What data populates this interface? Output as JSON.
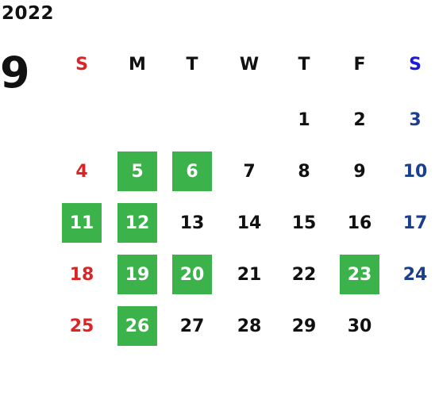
{
  "calendar": {
    "year": "2022",
    "month": "9",
    "weekdays": [
      "S",
      "M",
      "T",
      "W",
      "T",
      "F",
      "S"
    ],
    "colors": {
      "sunday": "#dc2424",
      "saturday": "#1b3f8f",
      "saturday_header": "#1a1ae0",
      "highlight": "#3cb24a",
      "text": "#111111"
    },
    "weeks": [
      [
        null,
        null,
        null,
        null,
        "1",
        "2",
        "3"
      ],
      [
        "4",
        "5",
        "6",
        "7",
        "8",
        "9",
        "10"
      ],
      [
        "11",
        "12",
        "13",
        "14",
        "15",
        "16",
        "17"
      ],
      [
        "18",
        "19",
        "20",
        "21",
        "22",
        "23",
        "24"
      ],
      [
        "25",
        "26",
        "27",
        "28",
        "29",
        "30",
        null
      ]
    ],
    "highlighted_days": [
      "5",
      "6",
      "11",
      "12",
      "19",
      "20",
      "23",
      "26"
    ]
  }
}
